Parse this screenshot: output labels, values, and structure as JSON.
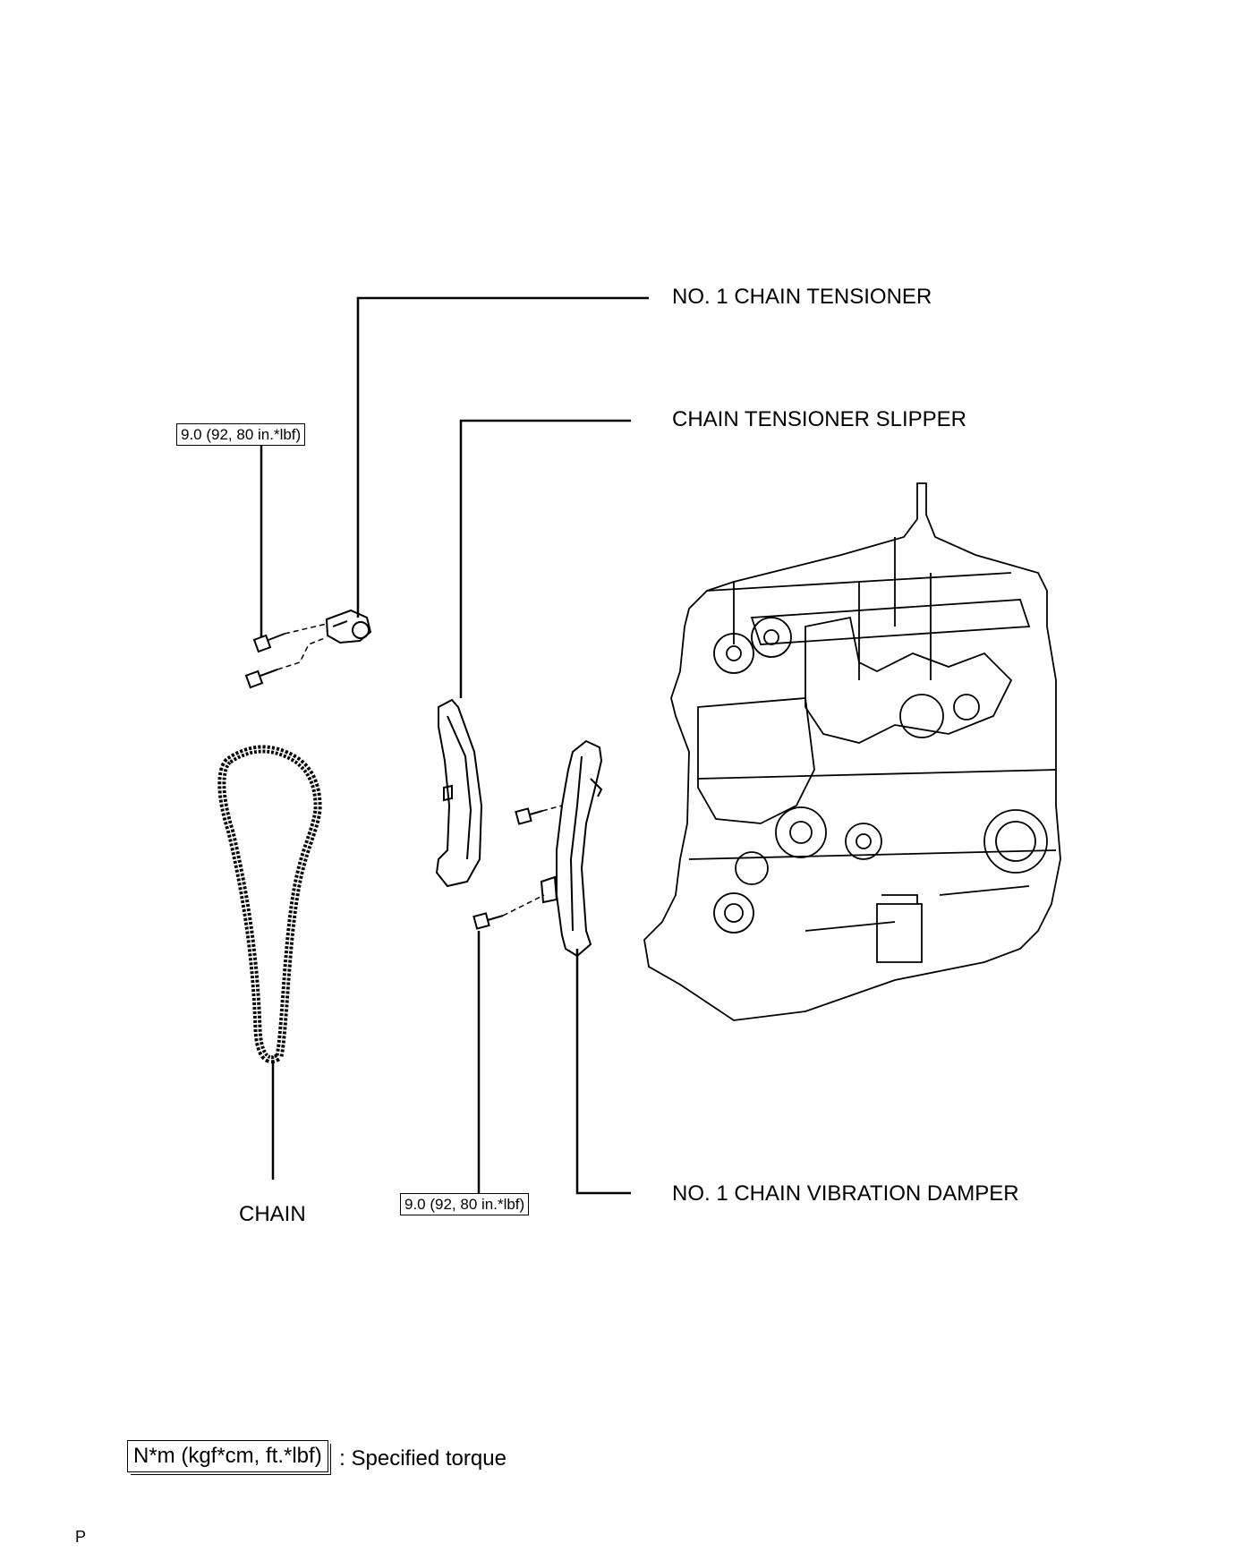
{
  "labels": {
    "no1_chain_tensioner": "NO. 1 CHAIN TENSIONER",
    "chain_tensioner_slipper": "CHAIN TENSIONER SLIPPER",
    "no1_chain_vibration_damper": "NO. 1 CHAIN VIBRATION DAMPER",
    "chain": "CHAIN"
  },
  "torque_specs": {
    "tensioner_bolt": "9.0 (92, 80 in.*lbf)",
    "damper_bolt": "9.0 (92, 80 in.*lbf)"
  },
  "legend": {
    "box_text": "N*m (kgf*cm, ft.*lbf)",
    "description": ": Specified torque"
  },
  "footer": {
    "code": "P"
  }
}
